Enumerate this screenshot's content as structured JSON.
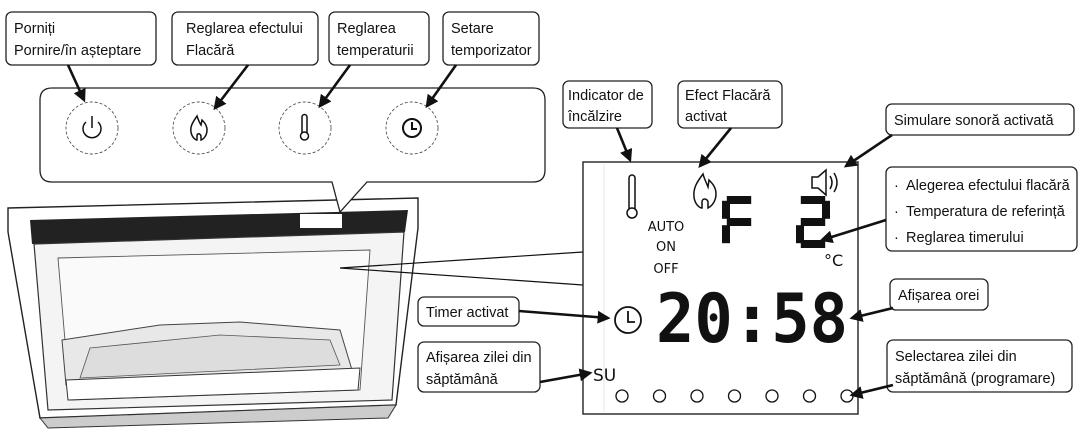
{
  "control_panel": {
    "buttons": [
      {
        "icon": "power-icon",
        "label": [
          "Porniți",
          "Pornire/în așteptare"
        ]
      },
      {
        "icon": "flame-icon",
        "label": [
          "Reglarea efectului",
          "Flacără"
        ]
      },
      {
        "icon": "thermometer-icon",
        "label": [
          "Reglarea",
          "temperaturii"
        ]
      },
      {
        "icon": "clock-icon",
        "label": [
          "Setare",
          "temporizator"
        ]
      }
    ]
  },
  "display": {
    "callouts": {
      "heating": [
        "Indicator de",
        "încălzire"
      ],
      "flame": [
        "Efect Flacără",
        "activat"
      ],
      "sound": "Simulare sonoră activată",
      "settings": [
        "Alegerea efectului flacără",
        "Temperatura de referință",
        "Reglarea timerului"
      ],
      "clock": "Afișarea orei",
      "timer": "Timer activat",
      "day": [
        "Afișarea zilei din",
        "săptămână"
      ],
      "day_select": [
        "Selectarea zilei din",
        "săptămână (programare)"
      ]
    },
    "mode_labels": [
      "AUTO",
      "ON",
      "OFF"
    ],
    "setting_value": "F2",
    "unit": "°C",
    "time": "20:58",
    "day": "SU",
    "day_dot_count": 7
  }
}
